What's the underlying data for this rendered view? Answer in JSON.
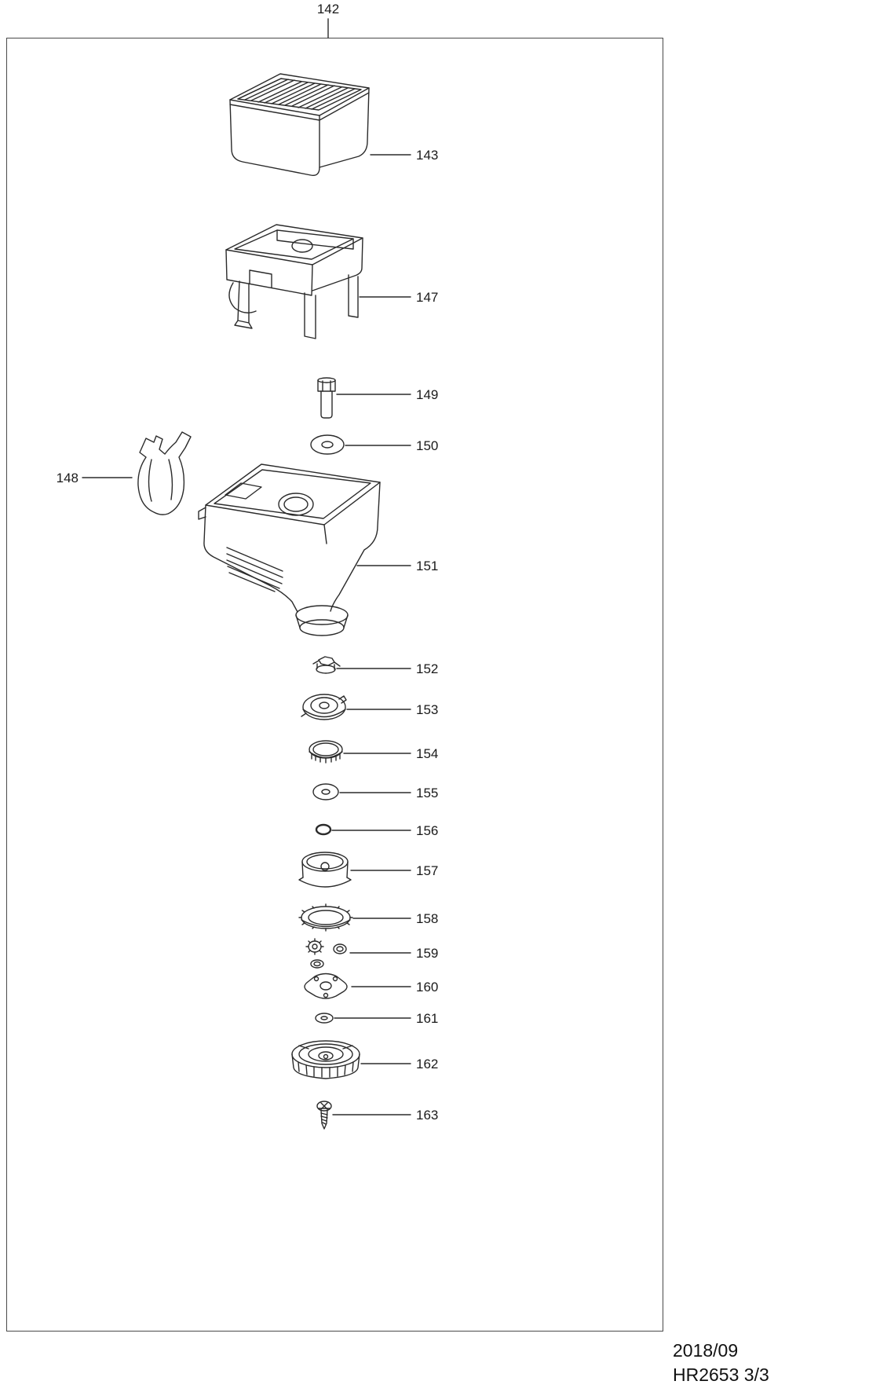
{
  "diagram": {
    "top_callout": {
      "num": "142"
    },
    "callouts": [
      {
        "num": "143"
      },
      {
        "num": "147"
      },
      {
        "num": "149"
      },
      {
        "num": "150"
      },
      {
        "num": "148"
      },
      {
        "num": "151"
      },
      {
        "num": "152"
      },
      {
        "num": "153"
      },
      {
        "num": "154"
      },
      {
        "num": "155"
      },
      {
        "num": "156"
      },
      {
        "num": "157"
      },
      {
        "num": "158"
      },
      {
        "num": "159"
      },
      {
        "num": "160"
      },
      {
        "num": "161"
      },
      {
        "num": "162"
      },
      {
        "num": "163"
      }
    ]
  },
  "footer": {
    "date": "2018/09",
    "model_page": "HR2653 3/3"
  }
}
